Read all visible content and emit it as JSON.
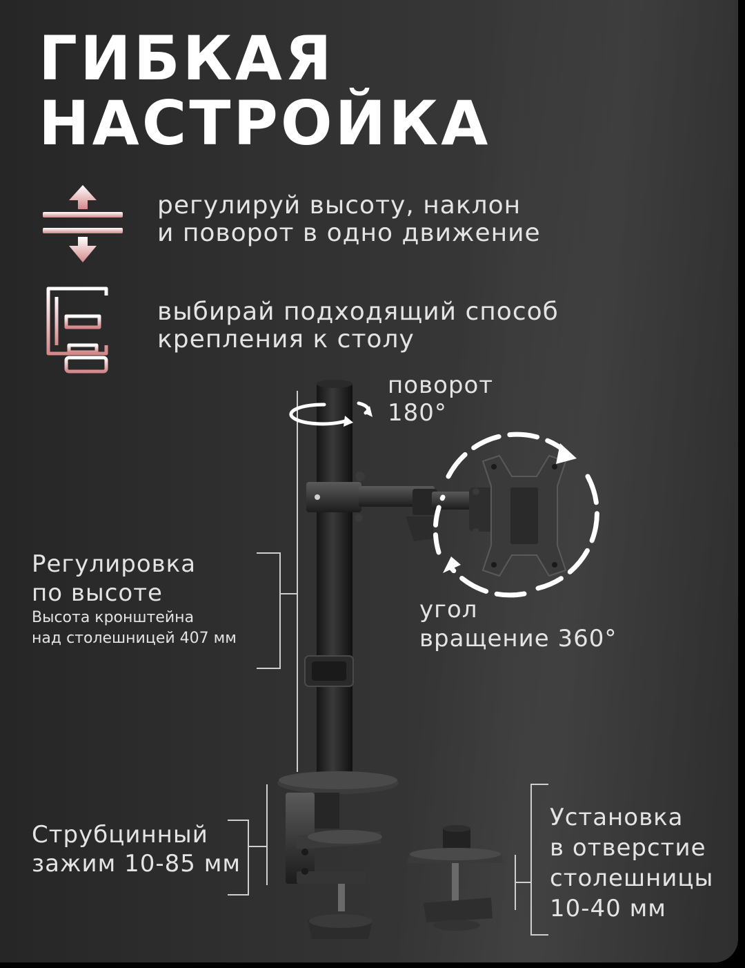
{
  "title": {
    "line1": "ГИБКАЯ",
    "line2": "НАСТРОЙКА"
  },
  "features": [
    {
      "icon": "height-adjust-icon",
      "line1": "регулируй высоту, наклон",
      "line2": "и поворот в одно движение"
    },
    {
      "icon": "clamp-icon",
      "line1": "выбирай подходящий способ",
      "line2": "крепления к столу"
    }
  ],
  "annotations": {
    "rotation": {
      "line1": "поворот",
      "line2": "180°"
    },
    "angle": {
      "line1": "угол",
      "line2": "вращение 360°"
    },
    "height": {
      "line1": "Регулировка",
      "line2": "по высоте",
      "sub1": "Высота кронштейна",
      "sub2": "над столешницей 407 мм"
    },
    "clamp": {
      "line1": "Струбцинный",
      "line2": "зажим 10-85 мм"
    },
    "grommet": {
      "line1": "Установка",
      "line2": "в отверстие",
      "line3": "столешницы",
      "line4": "10-40 мм"
    }
  },
  "colors": {
    "background": "#2e2e2e",
    "text": "#e4e4e4",
    "title": "#ffffff",
    "icon_gradient_top": "#ffffff",
    "icon_gradient_bottom": "#d4888a"
  }
}
